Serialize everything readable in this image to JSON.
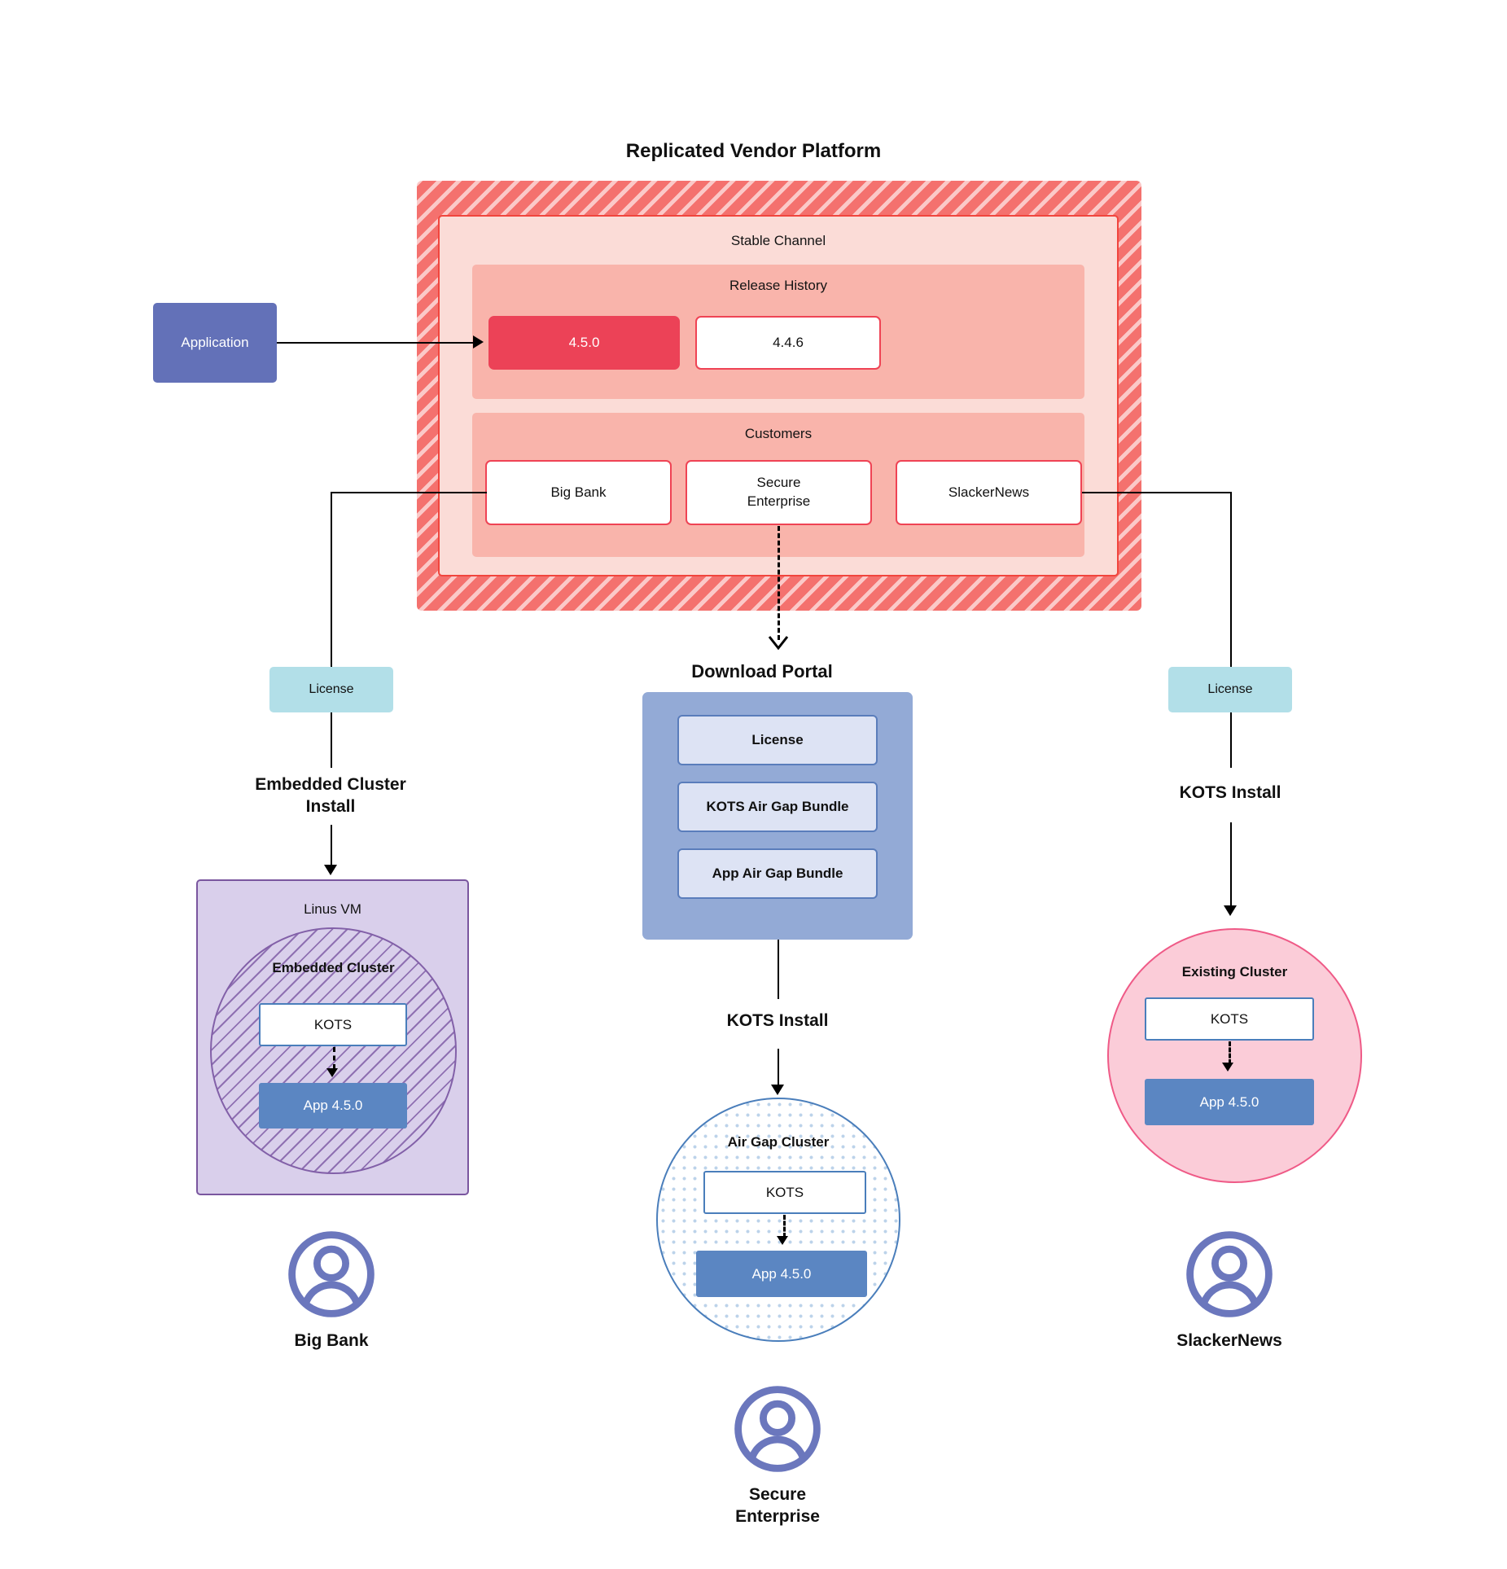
{
  "platform": {
    "title": "Replicated Vendor Platform",
    "channel_title": "Stable Channel",
    "release_history_title": "Release History",
    "releases": [
      {
        "version": "4.5.0",
        "state": "current"
      },
      {
        "version": "4.4.6",
        "state": "previous"
      }
    ],
    "customers_title": "Customers",
    "customers": [
      {
        "name": "Big Bank"
      },
      {
        "name": "Secure\nEnterprise"
      },
      {
        "name": "SlackerNews"
      }
    ]
  },
  "application": {
    "label": "Application"
  },
  "licenses": {
    "left_label": "License",
    "right_label": "License"
  },
  "steps": {
    "embedded_install": "Embedded Cluster\nInstall",
    "kots_install_mid": "KOTS Install",
    "kots_install_right": "KOTS Install"
  },
  "download_portal": {
    "title": "Download  Portal",
    "items": [
      {
        "label": "License"
      },
      {
        "label": "KOTS Air Gap Bundle"
      },
      {
        "label": "App Air Gap Bundle"
      }
    ]
  },
  "left_branch": {
    "vm_title": "Linus VM",
    "cluster_title": "Embedded Cluster",
    "kots_label": "KOTS",
    "app_label": "App 4.5.0",
    "customer_label": "Big Bank"
  },
  "middle_branch": {
    "cluster_title": "Air Gap Cluster",
    "kots_label": "KOTS",
    "app_label": "App 4.5.0",
    "customer_label": "Secure\nEnterprise"
  },
  "right_branch": {
    "cluster_title": "Existing Cluster",
    "kots_label": "KOTS",
    "app_label": "App 4.5.0",
    "customer_label": "SlackerNews"
  },
  "colors": {
    "platform_hatch": "#f4716e",
    "channel_bg": "#fbdcd7",
    "section_bg": "#f9b4ab",
    "release_current": "#ec4257",
    "release_border": "#ef4354",
    "application": "#6371b8",
    "license_chip": "#b2dfe8",
    "portal_bg": "#93aad6",
    "portal_item_bg": "#dde3f4",
    "portal_item_border": "#5a7dbb",
    "vm_bg": "#d9cfeb",
    "vm_border": "#7a569f",
    "existing_cluster_bg": "#fbccd8",
    "existing_cluster_border": "#ef5a87",
    "airgap_border": "#4a7ebb",
    "kots_border": "#4a7ebb",
    "app_card": "#5b86c2",
    "avatar": "#6b77bd"
  },
  "icons": {
    "avatar": "user-avatar-icon",
    "arrow_down": "arrow-down-icon",
    "arrow_right": "arrow-right-icon"
  }
}
